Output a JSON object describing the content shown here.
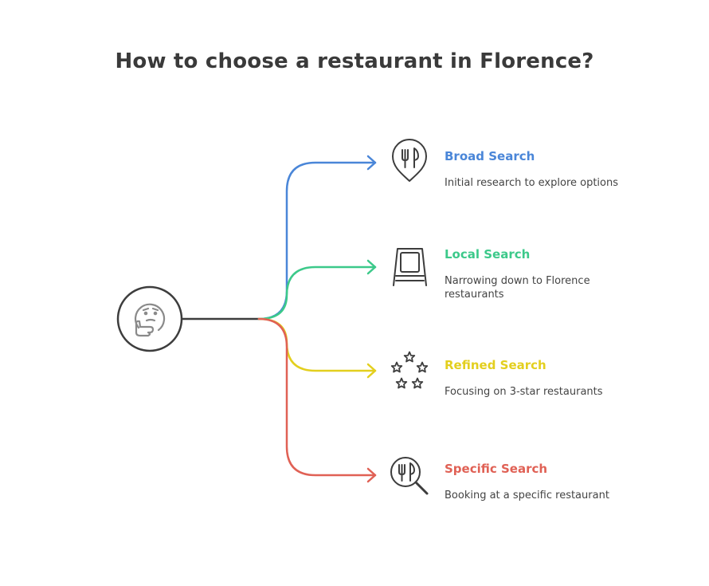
{
  "title": "How to choose a restaurant in Florence?",
  "center": {
    "icon": "thinking-face-icon"
  },
  "branches": [
    {
      "title": "Broad Search",
      "description": "Initial research to explore options",
      "color": "#4a86d8",
      "icon": "restaurant-location-pin-icon"
    },
    {
      "title": "Local Search",
      "description": "Narrowing down to Florence restaurants",
      "color": "#3cc98a",
      "icon": "menu-board-icon"
    },
    {
      "title": "Refined Search",
      "description": "Focusing on 3-star restaurants",
      "color": "#e3cf1e",
      "icon": "stars-icon"
    },
    {
      "title": "Specific Search",
      "description": "Booking at a specific restaurant",
      "color": "#e06155",
      "icon": "restaurant-search-icon"
    }
  ]
}
